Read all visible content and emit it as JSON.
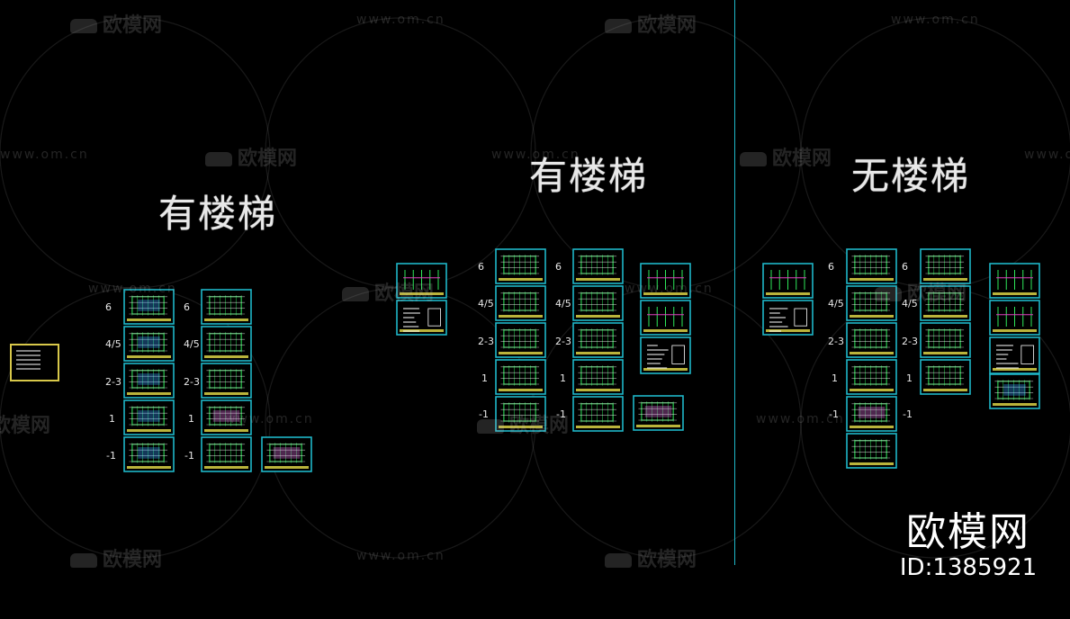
{
  "titles": {
    "left": "有楼梯",
    "middle": "有楼梯",
    "right": "无楼梯"
  },
  "levels": {
    "six": "6",
    "four_five": "4/5",
    "two_three": "2-3",
    "one": "1",
    "basement": "-1"
  },
  "watermark": {
    "brand": "欧模网",
    "url": "www.om.cn"
  },
  "stamp": {
    "brand": "欧模网",
    "id": "ID:1385921"
  },
  "colors": {
    "background": "#000000",
    "sheet_frame": "#1fb7c8",
    "drawing_lines": "#2ee85a",
    "title_block": "#e8e04a",
    "cover_frame": "#d8c84a",
    "divider": "#1fb7c8"
  }
}
